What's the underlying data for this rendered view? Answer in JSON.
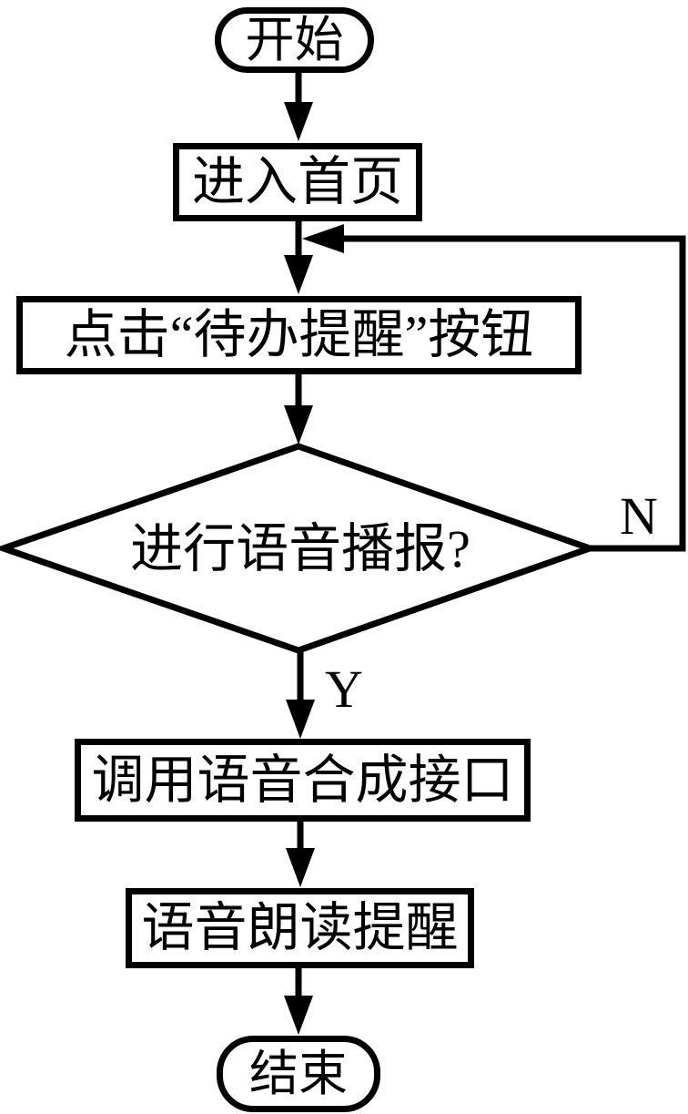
{
  "flowchart": {
    "title_implicit": "语音播报流程图",
    "background_color": "#ffffff",
    "stroke_color": "#000000",
    "nodes": {
      "start": {
        "type": "terminator",
        "label": "开始"
      },
      "enter_home": {
        "type": "process",
        "label": "进入首页"
      },
      "click_todo": {
        "type": "process",
        "label": "点击“待办提醒”按钮"
      },
      "voice_decision": {
        "type": "decision",
        "label": "进行语音播报?"
      },
      "call_tts": {
        "type": "process",
        "label": "调用语音合成接口"
      },
      "read_reminder": {
        "type": "process",
        "label": "语音朗读提醒"
      },
      "end": {
        "type": "terminator",
        "label": "结束"
      }
    },
    "branch_labels": {
      "no": "N",
      "yes": "Y"
    },
    "edges": [
      {
        "from": "start",
        "to": "enter_home",
        "label": ""
      },
      {
        "from": "enter_home",
        "to": "click_todo",
        "label": ""
      },
      {
        "from": "click_todo",
        "to": "voice_decision",
        "label": ""
      },
      {
        "from": "voice_decision",
        "to": "click_todo",
        "label": "N",
        "route": "right-loop-up"
      },
      {
        "from": "voice_decision",
        "to": "call_tts",
        "label": "Y",
        "route": "down"
      },
      {
        "from": "call_tts",
        "to": "read_reminder",
        "label": ""
      },
      {
        "from": "read_reminder",
        "to": "end",
        "label": ""
      }
    ]
  }
}
